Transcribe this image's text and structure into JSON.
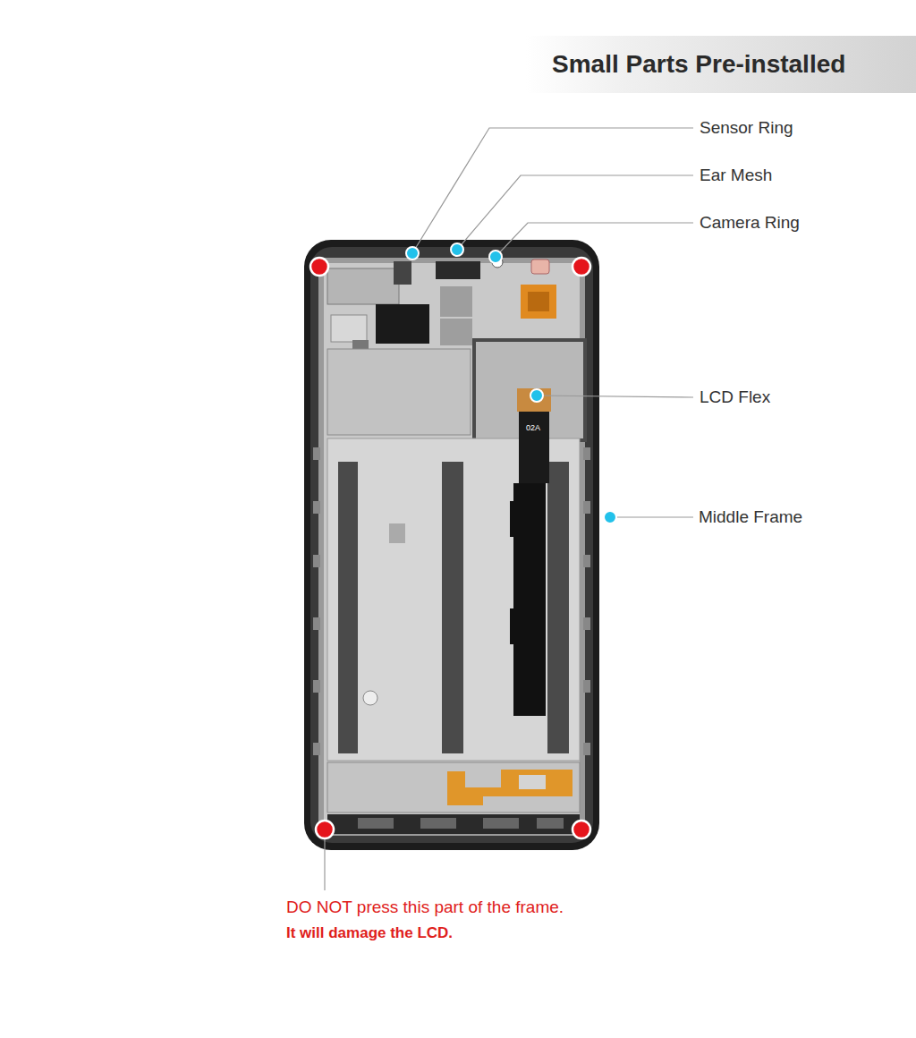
{
  "diagram": {
    "title": "Small Parts Pre-installed",
    "labels": [
      "Sensor Ring",
      "Ear Mesh",
      "Camera Ring",
      "02A",
      "LCD Flex",
      "Middle Frame",
      "DO NOT press this part of the frame.",
      "It will damage the LCD."
    ]
  }
}
